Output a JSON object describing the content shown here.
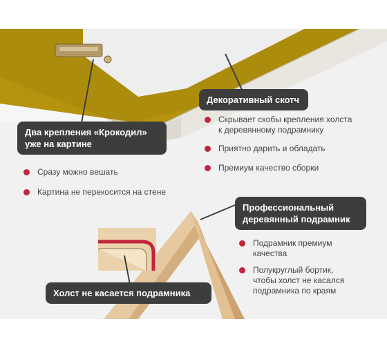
{
  "colors": {
    "accent": "#c0263d",
    "label_bg": "#3d3d3d",
    "panel_bg": "#f1f1f1",
    "tape": "#b5930e"
  },
  "labels": {
    "decorative_tape": "Декоративный скотч",
    "crocodile_line1": "Два крепления «Крокодил»",
    "crocodile_line2": "уже на картине",
    "frame_line1": "Профессиональный",
    "frame_line2": "деревянный подрамник",
    "canvas_gap": "Холст не касается подрамника"
  },
  "tape_features": [
    {
      "line1": "Скрывает скобы крепления холста",
      "line2": "к деревянному подрамнику"
    },
    {
      "line1": "Приятно дарить и обладать",
      "line2": ""
    },
    {
      "line1": "Премиум качество сборки",
      "line2": ""
    }
  ],
  "crocodile_features": [
    {
      "line1": "Сразу можно вешать",
      "line2": ""
    },
    {
      "line1": "Картина не перекосится на стене",
      "line2": ""
    }
  ],
  "frame_features": [
    {
      "line1": "Подрамник премиум",
      "line2": "качества"
    },
    {
      "line1": "Полукруглый бортик,",
      "line2": "чтобы холст не касался",
      "line3": "подрамника по краям"
    }
  ]
}
